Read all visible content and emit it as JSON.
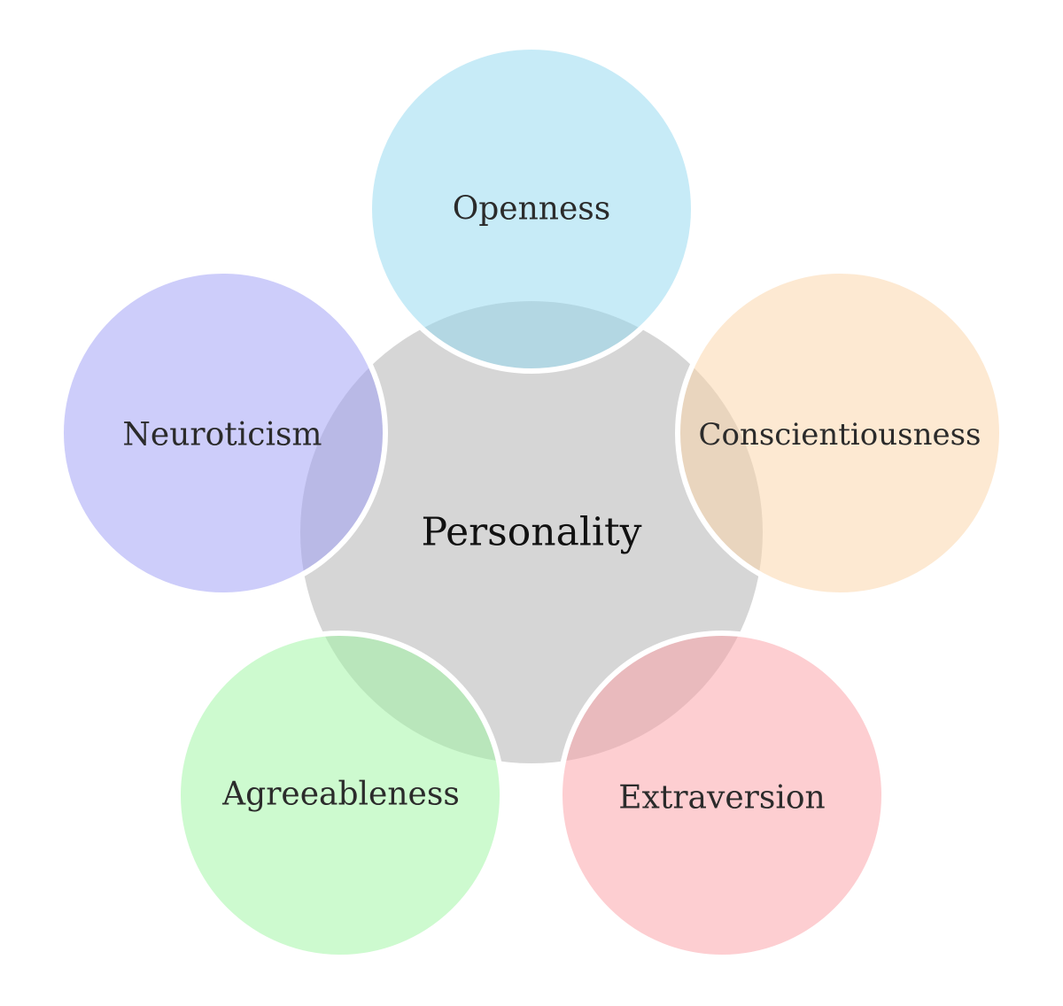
{
  "center": {
    "label": "Personality",
    "color": "#d6d6d6"
  },
  "traits": [
    {
      "key": "openness",
      "label": "Openness",
      "color": "#8fd8f0"
    },
    {
      "key": "conscientiousness",
      "label": "Conscientiousness",
      "color": "#fcd3a6"
    },
    {
      "key": "extraversion",
      "label": "Extraversion",
      "color": "#fb9ea3"
    },
    {
      "key": "agreeableness",
      "label": "Agreeableness",
      "color": "#9cf59f"
    },
    {
      "key": "neuroticism",
      "label": "Neuroticism",
      "color": "#9c9cf5"
    }
  ],
  "outline_color": "#ffffff"
}
